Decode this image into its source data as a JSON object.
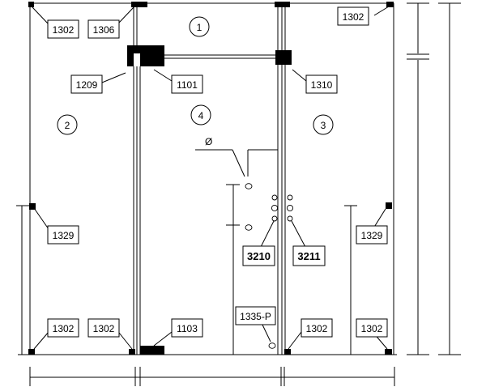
{
  "zones": [
    "1",
    "2",
    "3",
    "4"
  ],
  "labels": {
    "top_left_corner": "1302",
    "top_left_inner": "1306",
    "top_right_corner": "1302",
    "left_header_joint": "1209",
    "center_header": "1101",
    "right_header_joint": "1310",
    "left_mid": "1329",
    "right_mid": "1329",
    "handle_left": "3210",
    "handle_right": "3211",
    "bottom_left_outer": "1302",
    "bottom_left_inner": "1302",
    "bottom_center": "1103",
    "lock": "1335-P",
    "bottom_right_inner": "1302",
    "bottom_right_outer": "1302"
  },
  "diameter_symbol": "Ø"
}
